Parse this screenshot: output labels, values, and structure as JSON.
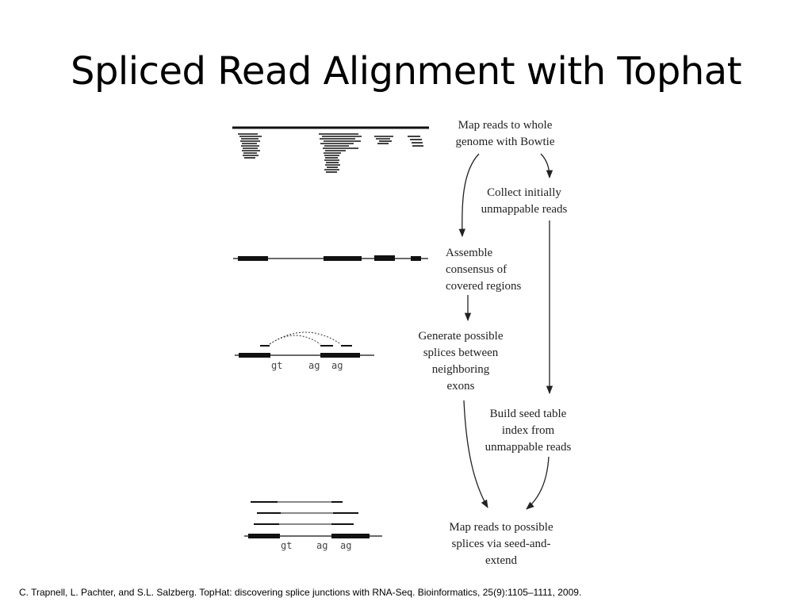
{
  "slide": {
    "title": "Spliced Read Alignment with Tophat",
    "citation": "C. Trapnell, L. Pachter, and S.L. Salzberg. TopHat: discovering splice junctions with RNA-Seq. Bioinformatics, 25(9):1105–1111, 2009."
  },
  "flow": {
    "map_whole": [
      "Map reads to whole",
      "genome with Bowtie"
    ],
    "collect": [
      "Collect initially",
      "unmappable reads"
    ],
    "assemble": [
      "Assemble",
      "consensus of",
      "covered regions"
    ],
    "generate": [
      "Generate possible",
      "splices between",
      "neighboring",
      "exons"
    ],
    "seed": [
      "Build seed table",
      "index from",
      "unmappable reads"
    ],
    "map_splices": [
      "Map reads to possible",
      "splices via seed-and-",
      "extend"
    ]
  },
  "labels": {
    "donor": "gt",
    "acceptor": "ag"
  }
}
